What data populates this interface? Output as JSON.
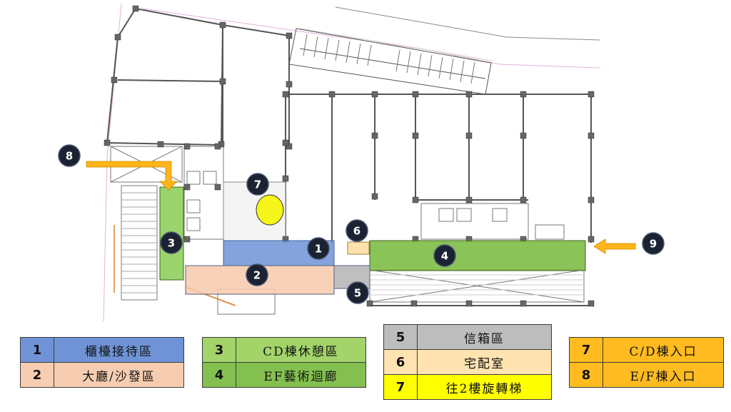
{
  "colors": {
    "reception": "#6f93d6",
    "lobby": "#f7c9ab",
    "lounge_cd": "#8fcf5c",
    "gallery_ef": "#7dbd45",
    "mailbox": "#b8b8b8",
    "parcel": "#ffe0a6",
    "stair": "#f5f51a",
    "entrance": "#ffba1a",
    "marker": "#1b2333",
    "wall": "#555555",
    "column": "#666666"
  },
  "markers": [
    {
      "id": "m1",
      "label": "1",
      "area": "reception"
    },
    {
      "id": "m2",
      "label": "2",
      "area": "lobby"
    },
    {
      "id": "m3",
      "label": "3",
      "area": "lounge_cd"
    },
    {
      "id": "m4",
      "label": "4",
      "area": "gallery_ef"
    },
    {
      "id": "m5",
      "label": "5",
      "area": "mailbox"
    },
    {
      "id": "m6",
      "label": "6",
      "area": "parcel"
    },
    {
      "id": "m7",
      "label": "7",
      "area": "stair"
    },
    {
      "id": "m8",
      "label": "8",
      "area": "entrance"
    },
    {
      "id": "m9",
      "label": "9",
      "area": "entrance"
    }
  ],
  "legend": {
    "group1": [
      {
        "num": "1",
        "label": "櫃檯接待區",
        "color": "#6f93d6"
      },
      {
        "num": "2",
        "label": "大廳/沙發區",
        "color": "#f7c9ab"
      }
    ],
    "group2": [
      {
        "num": "3",
        "label": "CD棟休憩區",
        "color": "#a3d46a"
      },
      {
        "num": "4",
        "label": "EF藝術迴廊",
        "color": "#84c04f"
      }
    ],
    "group3": [
      {
        "num": "5",
        "label": "信箱區",
        "color": "#bdbdbd"
      },
      {
        "num": "6",
        "label": "宅配室",
        "color": "#ffe3b0"
      },
      {
        "num": "7",
        "label": "往2樓旋轉梯",
        "color": "#ffff00"
      }
    ],
    "group4": [
      {
        "num": "7",
        "label": "C/D棟入口",
        "color": "#ffbb1f"
      },
      {
        "num": "8",
        "label": "E/F棟入口",
        "color": "#ffbb1f"
      }
    ]
  }
}
